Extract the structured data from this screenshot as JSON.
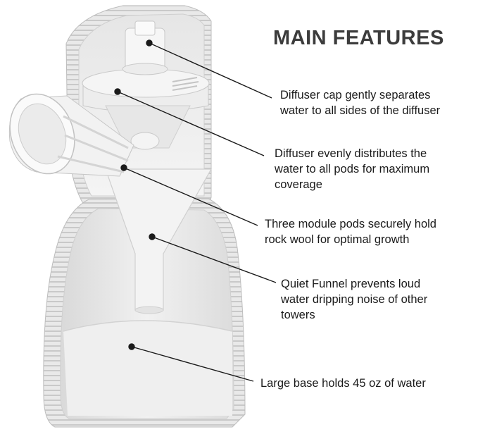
{
  "title": "MAIN FEATURES",
  "features": [
    {
      "lines": [
        "Diffuser cap gently separates",
        "water to all sides of the diffuser"
      ]
    },
    {
      "lines": [
        "Diffuser evenly distributes the",
        "water to all pods for maximum",
        "coverage"
      ]
    },
    {
      "lines": [
        "Three module pods securely hold",
        "rock wool for optimal growth"
      ]
    },
    {
      "lines": [
        "Quiet Funnel prevents loud",
        "water dripping noise of other",
        "towers"
      ]
    },
    {
      "lines": [
        "Large base holds 45 oz of water"
      ]
    }
  ]
}
